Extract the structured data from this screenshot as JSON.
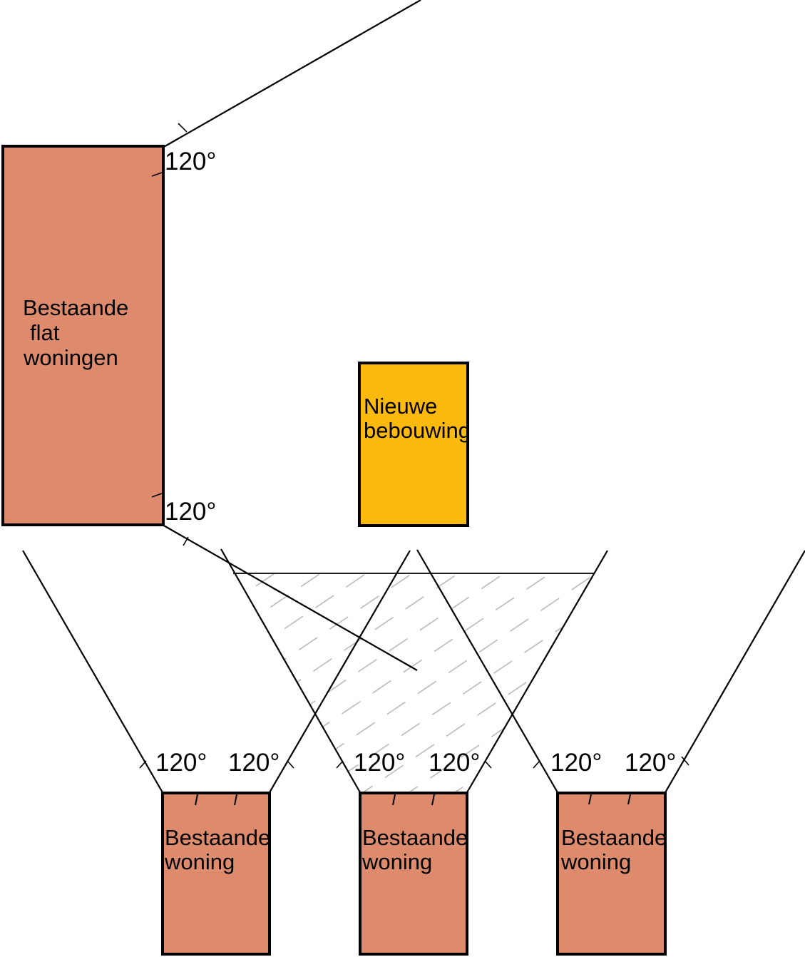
{
  "colors": {
    "existing_building_fill": "#de8b6d",
    "new_building_fill": "#fcb90e",
    "outline": "#000000",
    "hatch": "#b4b4b4",
    "background": "#ffffff"
  },
  "buildings": {
    "flat": {
      "label_lines": [
        "Bestaande",
        "flat",
        "woningen"
      ]
    },
    "new": {
      "label_lines": [
        "Nieuwe",
        "bebouwing"
      ]
    },
    "house1": {
      "label_lines": [
        "Bestaande",
        "woning"
      ]
    },
    "house2": {
      "label_lines": [
        "Bestaande",
        "woning"
      ]
    },
    "house3": {
      "label_lines": [
        "Bestaande",
        "woning"
      ]
    }
  },
  "angles": {
    "flat_top": "120°",
    "flat_bottom": "120°",
    "house1_left": "120°",
    "house1_right": "120°",
    "house2_left": "120°",
    "house2_right": "120°",
    "house3_left": "120°",
    "house3_right": "120°"
  }
}
